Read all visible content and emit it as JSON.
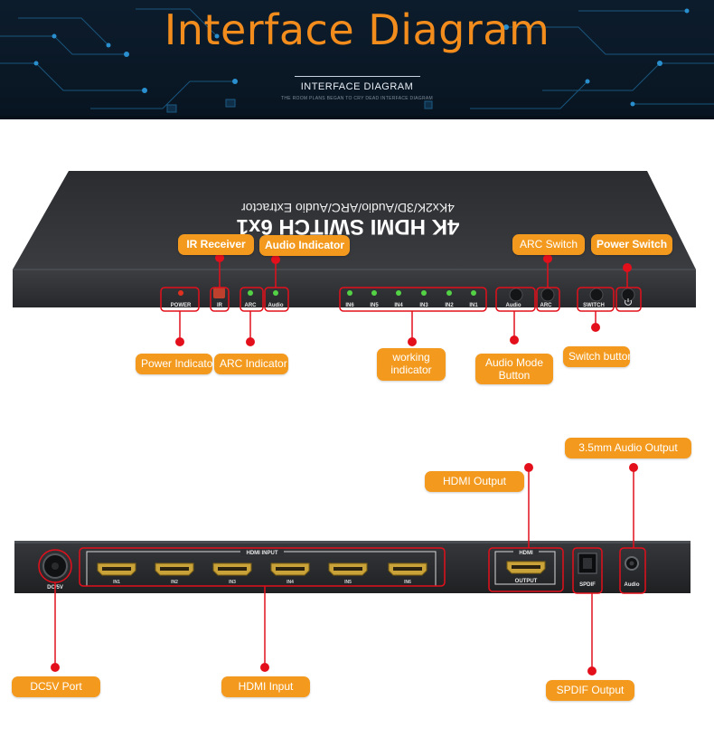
{
  "banner": {
    "title": "Interface Diagram",
    "subtitle": "INTERFACE DIAGRAM",
    "tagline": "THE ROOM PLANS BEGAN TO CRY DEAD INTERFACE DIAGRAM"
  },
  "front_panel": {
    "product_line1": "4K HDMI SWITCH 6x1",
    "product_line2": "4Kx2K/3D/Audio/ARC/Audio Extractor",
    "port_labels": [
      "POWER",
      "IR",
      "ARC",
      "Audio",
      "IN6",
      "IN5",
      "IN4",
      "IN3",
      "IN2",
      "IN1",
      "Audio",
      "ARC",
      "SWITCH"
    ]
  },
  "rear_panel": {
    "hdmi_input_header": "HDMI INPUT",
    "input_labels": [
      "IN1",
      "IN2",
      "IN3",
      "IN4",
      "IN5",
      "IN6"
    ],
    "dc_label": "DC/5V",
    "hdmi_out_top": "HDMI",
    "hdmi_out_bottom": "OUTPUT",
    "spdif_label": "SPDIF",
    "audio_label": "Audio"
  },
  "callouts": {
    "ir_receiver": "IR Receiver",
    "audio_indicator": "Audio Indicator",
    "arc_switch": "ARC Switch",
    "power_switch": "Power Switch",
    "power_indicator": "Power Indicator",
    "arc_indicator": "ARC Indicator",
    "working_indicator": "working indicator",
    "audio_mode_button": "Audio Mode Button",
    "switch_button": "Switch button",
    "audio_output": "3.5mm Audio Output",
    "hdmi_output": "HDMI Output",
    "dc5v_port": "DC5V Port",
    "hdmi_input": "HDMI Input",
    "spdif_output": "SPDIF Output"
  },
  "colors": {
    "accent": "#f39a1e",
    "marker": "#e3101c",
    "title": "#f28c1c",
    "led_green": "#54d246",
    "led_red": "#e03020"
  }
}
